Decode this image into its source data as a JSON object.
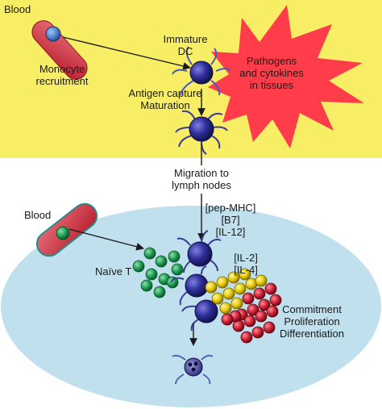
{
  "colors": {
    "top_panel": "#f8ee66",
    "bottom_panel": "#bfe0ec",
    "burst": "#ff3d4a",
    "vessel": "#d93a48",
    "dc_body": "#2a2a8a",
    "tcell": "#1a9a55",
    "yellow_cell": "#e8d200",
    "red_cell": "#cc1f33"
  },
  "icons": [
    "blood-vessel-icon",
    "dendritic-cell-icon",
    "t-cell-icon",
    "cytokine-burst-icon",
    "activated-lymphocyte-icon"
  ],
  "top": {
    "blood": "Blood",
    "recruit_1": "Monocyte",
    "recruit_2": "recruitment",
    "immature_1": "Immature",
    "immature_2": "DC",
    "pathogens_1": "Pathogens",
    "pathogens_2": "and cytokines",
    "pathogens_3": "in tissues",
    "capture_1": "Antigen capture",
    "capture_2": "Maturation"
  },
  "middle": {
    "migration_1": "Migration to",
    "migration_2": "lymph nodes"
  },
  "bottom": {
    "blood": "Blood",
    "pep_mhc": "[pep-MHC]",
    "b7": "[B7]",
    "il12": "[IL-12]",
    "naive_t": "Naïve T",
    "il2": "[IL-2]",
    "il4": "[IL-4]",
    "commit_1": "Commitment",
    "commit_2": "Proliferation",
    "commit_3": "Differentiation"
  }
}
